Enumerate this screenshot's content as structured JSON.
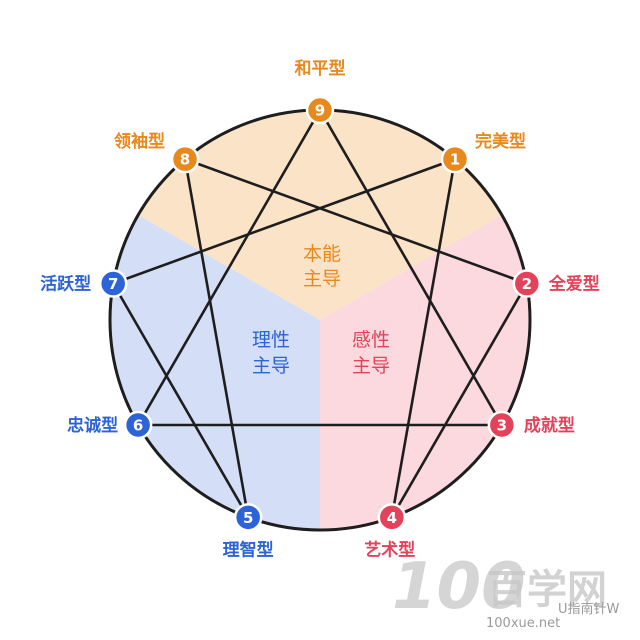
{
  "colors": {
    "gut": "#e8891e",
    "heart": "#e2435a",
    "head": "#2c63d6",
    "gut_fill": "#fbe3c7",
    "heart_fill": "#fbd9de",
    "head_fill": "#d4def6",
    "line": "#1e1e1e"
  },
  "centers": {
    "gut": [
      "本能",
      "主导"
    ],
    "heart": [
      "感性",
      "主导"
    ],
    "head": [
      "理性",
      "主导"
    ]
  },
  "types": [
    {
      "num": "1",
      "label": "完美型",
      "center": "gut"
    },
    {
      "num": "2",
      "label": "全爱型",
      "center": "heart"
    },
    {
      "num": "3",
      "label": "成就型",
      "center": "heart"
    },
    {
      "num": "4",
      "label": "艺术型",
      "center": "heart"
    },
    {
      "num": "5",
      "label": "理智型",
      "center": "head"
    },
    {
      "num": "6",
      "label": "忠诚型",
      "center": "head"
    },
    {
      "num": "7",
      "label": "活跃型",
      "center": "head"
    },
    {
      "num": "8",
      "label": "领袖型",
      "center": "gut"
    },
    {
      "num": "9",
      "label": "和平型",
      "center": "gut"
    }
  ],
  "connections": [
    [
      "9",
      "3"
    ],
    [
      "3",
      "6"
    ],
    [
      "6",
      "9"
    ],
    [
      "1",
      "4"
    ],
    [
      "4",
      "2"
    ],
    [
      "2",
      "8"
    ],
    [
      "8",
      "5"
    ],
    [
      "5",
      "7"
    ],
    [
      "7",
      "1"
    ]
  ],
  "watermark": {
    "digits": "100",
    "site_name": "百学网",
    "site_url": "100xue.net",
    "account": "U指南针W"
  }
}
